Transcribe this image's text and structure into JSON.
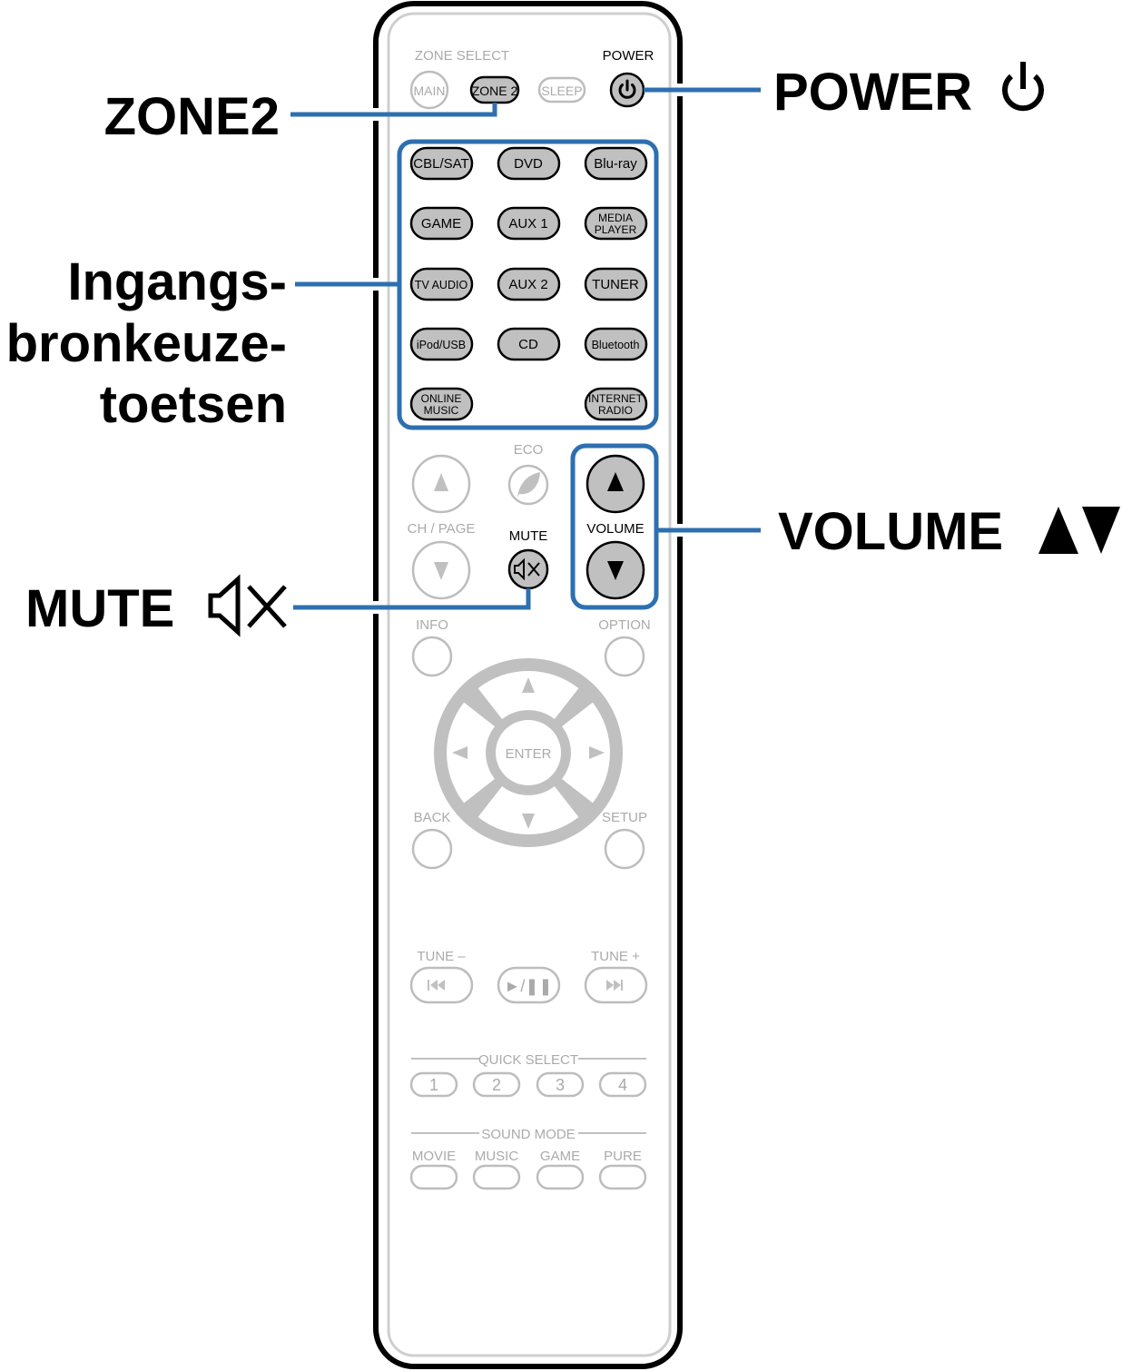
{
  "callouts": {
    "zone2": "ZONE2",
    "power": "POWER",
    "input_select": [
      "Ingangs-",
      "bronkeuze-",
      "toetsen"
    ],
    "volume": "VOLUME",
    "mute": "MUTE"
  },
  "remote": {
    "zone_select_label": "ZONE SELECT",
    "power_label": "POWER",
    "zone_buttons": [
      "MAIN",
      "ZONE 2",
      "SLEEP"
    ],
    "input_buttons": [
      [
        "CBL/SAT",
        "DVD",
        "Blu-ray"
      ],
      [
        "GAME",
        "AUX 1",
        "MEDIA|PLAYER"
      ],
      [
        "TV AUDIO",
        "AUX 2",
        "TUNER"
      ],
      [
        "iPod/USB",
        "CD",
        "Bluetooth"
      ]
    ],
    "online_music": [
      "ONLINE",
      "MUSIC"
    ],
    "internet_radio": [
      "INTERNET",
      "RADIO"
    ],
    "media_player": [
      "MEDIA",
      "PLAYER"
    ],
    "eco_label": "ECO",
    "ch_page_label": "CH / PAGE",
    "mute_label": "MUTE",
    "volume_label": "VOLUME",
    "info_label": "INFO",
    "option_label": "OPTION",
    "enter_label": "ENTER",
    "back_label": "BACK",
    "setup_label": "SETUP",
    "tune_minus": "TUNE –",
    "tune_plus": "TUNE +",
    "play_pause": "►/❚❚",
    "quick_select_label": "QUICK SELECT",
    "quick_select": [
      "1",
      "2",
      "3",
      "4"
    ],
    "sound_mode_label": "SOUND MODE",
    "sound_modes": [
      "MOVIE",
      "MUSIC",
      "GAME",
      "PURE"
    ]
  },
  "colors": {
    "accent": "#2e6fb0",
    "button": "#c0c0c0",
    "inactive": "#bdbdbd"
  }
}
